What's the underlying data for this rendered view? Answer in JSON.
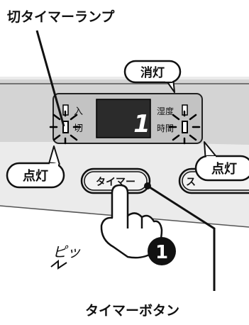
{
  "callouts": {
    "off_timer_lamp": "切タイマーランプ",
    "timer_button": "タイマーボタン",
    "lit_left": "点灯",
    "lit_right": "点灯",
    "unlit": "消灯"
  },
  "panel": {
    "label_on": "入",
    "label_off": "切",
    "label_humidity": "湿度",
    "label_time": "時間",
    "display_value": "1"
  },
  "buttons": {
    "timer": "タイマー",
    "partial_next": "ス"
  },
  "step_number": "1",
  "sound": "ピッ",
  "colors": {
    "panel_fill": "#d4d4d4",
    "display_window": "#2b2b2b",
    "ink": "#111111",
    "background": "#ffffff"
  }
}
